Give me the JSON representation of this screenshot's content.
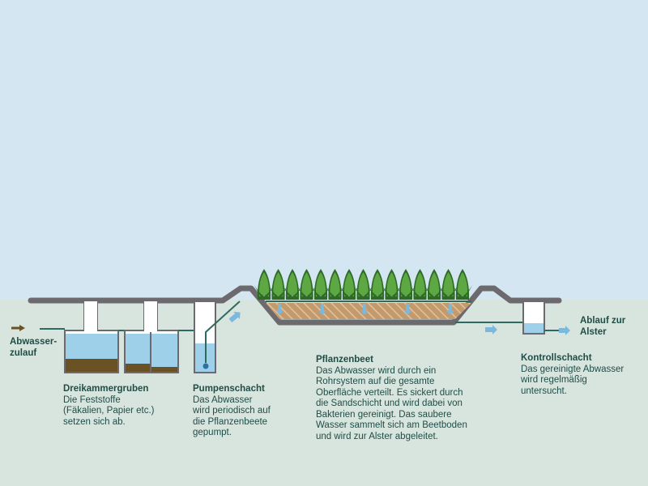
{
  "colors": {
    "sky": "#d3e6f1",
    "ground": "#d8e5df",
    "wall": "#6c6a6e",
    "water": "#9fd0ea",
    "sludge": "#6b5225",
    "sand": "#c39a6c",
    "plant_dark": "#2e6b27",
    "plant_light": "#5ea844",
    "pipe": "#2e6b5e",
    "arrow_in": "#6b5225",
    "arrow_water": "#7ab8dc",
    "text": "#1f4d46"
  },
  "labels": {
    "inflow": {
      "title": "Abwasser-\nzulauf"
    },
    "tanks": {
      "title": "Dreikammergruben",
      "text": "Die Feststoffe\n(Fäkalien, Papier etc.)\nsetzen sich ab."
    },
    "pump": {
      "title": "Pumpenschacht",
      "text": "Das Abwasser\nwird periodisch auf\ndie Pflanzenbeete\ngepumpt."
    },
    "bed": {
      "title": "Pflanzenbeet",
      "text": "Das Abwasser wird durch ein\nRohrsystem auf die gesamte\nOberfläche verteilt. Es sickert durch\ndie Sandschicht und wird dabei von\nBakterien gereinigt. Das saubere\nWasser sammelt sich am Beetboden\nund wird zur Alster abgeleitet."
    },
    "control": {
      "title": "Kontrollschacht",
      "text": "Das gereinigte Abwasser\nwird regelmäßig\nuntersucht."
    },
    "outflow": {
      "title": "Ablauf zur\nAlster"
    }
  }
}
